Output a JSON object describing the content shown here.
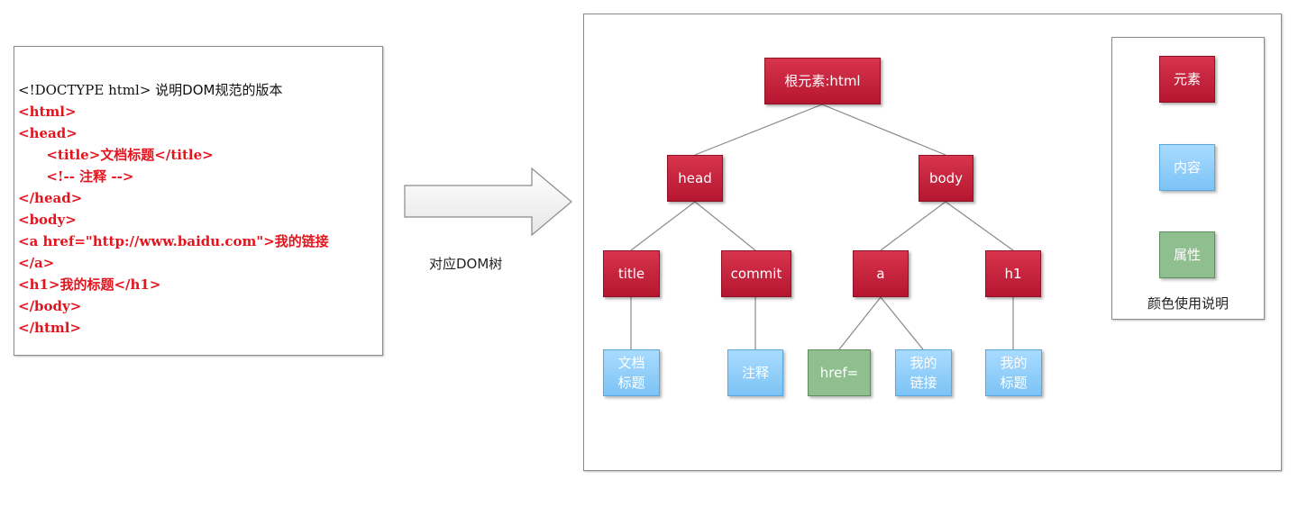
{
  "code": {
    "lines": [
      {
        "text": "<!DOCTYPE html> ",
        "note": "说明DOM规范的版本",
        "style": "normal"
      },
      {
        "text": "<html>",
        "style": "red"
      },
      {
        "text": "<head>",
        "style": "red"
      },
      {
        "text": "      <title>文档标题</title>",
        "style": "red"
      },
      {
        "text": "      <!-- 注释 -->",
        "style": "red"
      },
      {
        "text": "</head>",
        "style": "red"
      },
      {
        "text": "<body>",
        "style": "red"
      },
      {
        "text": "<a href=\"http://www.baidu.com\">我的链接",
        "style": "red"
      },
      {
        "text": "</a>",
        "style": "red"
      },
      {
        "text": "<h1>我的标题</h1>",
        "style": "red"
      },
      {
        "text": "</body>",
        "style": "red"
      },
      {
        "text": "</html>",
        "style": "red"
      }
    ]
  },
  "arrow": {
    "label": "对应DOM树"
  },
  "tree": {
    "root": "根元素:html",
    "head": "head",
    "body": "body",
    "title": "title",
    "commit": "commit",
    "a": "a",
    "h1": "h1",
    "title_content": "文档\n标题",
    "commit_content": "注释",
    "a_attr": "href=",
    "a_content": "我的\n链接",
    "h1_content": "我的\n标题"
  },
  "legend": {
    "element": "元素",
    "content": "内容",
    "attribute": "属性",
    "caption": "颜色使用说明"
  },
  "colors": {
    "element": "#c8223c",
    "content": "#8fcdf7",
    "attribute": "#8fbf8f",
    "code_red": "#e4141e"
  }
}
